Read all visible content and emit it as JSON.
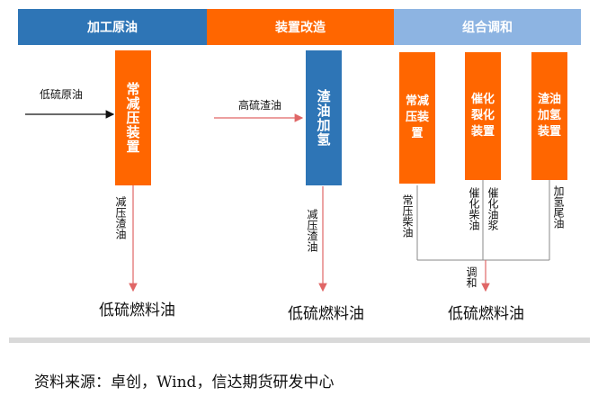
{
  "headers": [
    {
      "label": "加工原油",
      "color": "#2e75b6"
    },
    {
      "label": "装置改造",
      "color": "#ff6600"
    },
    {
      "label": "组合调和",
      "color": "#8db4e2"
    }
  ],
  "boxes": {
    "atmospheric_vacuum": "常减压装置",
    "residue_hydro": "渣油加氢",
    "atmospheric_vacuum_2": "常减压装置",
    "fcc": "催化裂化装置",
    "residue_hydro_2": "渣油加氢装置"
  },
  "inputs": {
    "low_sulfur_crude": "低硫原油",
    "high_sulfur_residue": "高硫渣油"
  },
  "streams": {
    "vacuum_residue": "减压渣油",
    "vacuum_residue_2": "减压渣油",
    "atm_diesel": "常压柴油",
    "fcc_diesel": "催化柴油",
    "fcc_slurry": "催化油浆",
    "hydro_tail": "加氢尾油",
    "blend": "调和"
  },
  "outputs": {
    "out1": "低硫燃料油",
    "out2": "低硫燃料油",
    "out3": "低硫燃料油"
  },
  "source": "资料来源：卓创，Wind，信达期货研发中心",
  "colors": {
    "blue": "#2e75b6",
    "orange": "#ff6600",
    "light_blue": "#8db4e2",
    "arrow_red": "#e06666"
  }
}
